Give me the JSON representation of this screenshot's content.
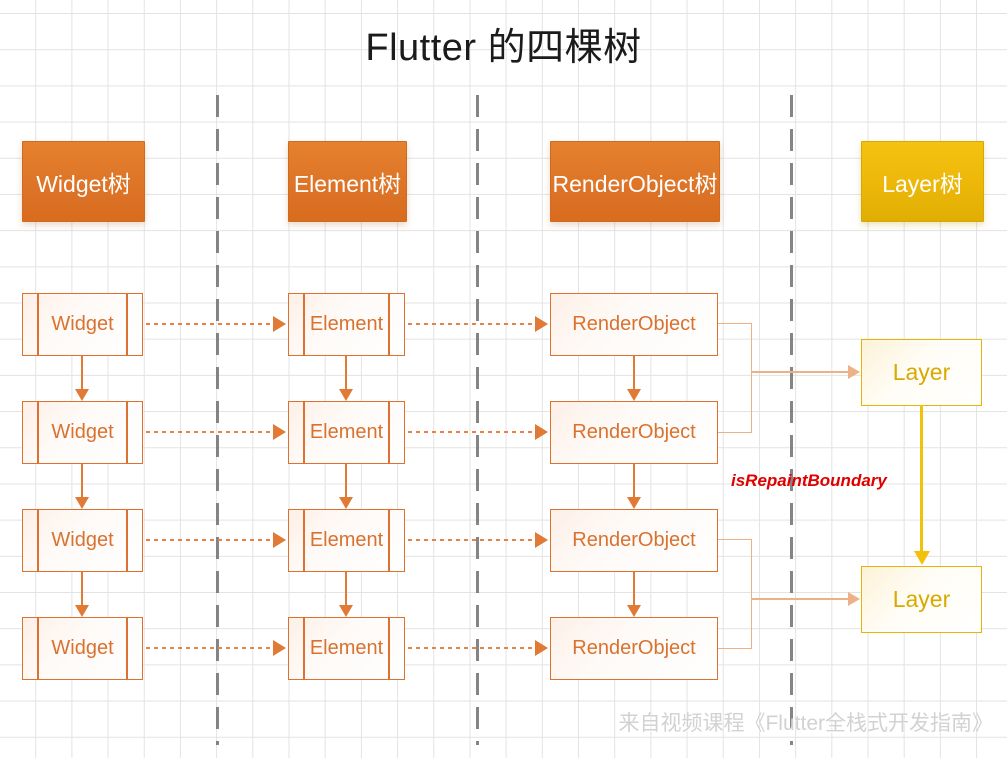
{
  "page": {
    "title": "Flutter 的四棵树",
    "watermark": "来自视频课程《Flutter全栈式开发指南》",
    "annotation": "isRepaintBoundary"
  },
  "colors": {
    "header_orange": "#dd7427",
    "header_yellow": "#ecb709",
    "node_orange_border": "#de7031",
    "node_orange_text": "#d9722f",
    "layer_border": "#e7b409",
    "layer_text": "#d9a900",
    "arrow_orange": "#e07a34",
    "bracket_orange": "#eeb186",
    "annotation_red": "#e00000",
    "grid_line": "#e3e3e3",
    "separator_gray": "#7a7a7a",
    "watermark_gray": "#d2d2d2"
  },
  "columns": [
    {
      "id": "widget",
      "header": "Widget树",
      "header_style": "orange",
      "node_label": "Widget",
      "node_style": "component",
      "nodes": [
        "Widget",
        "Widget",
        "Widget",
        "Widget"
      ]
    },
    {
      "id": "element",
      "header": "Element树",
      "header_style": "orange",
      "node_label": "Element",
      "node_style": "component",
      "nodes": [
        "Element",
        "Element",
        "Element",
        "Element"
      ]
    },
    {
      "id": "renderobject",
      "header": "RenderObject树",
      "header_style": "orange",
      "node_label": "RenderObject",
      "node_style": "plain",
      "nodes": [
        "RenderObject",
        "RenderObject",
        "RenderObject",
        "RenderObject"
      ]
    },
    {
      "id": "layer",
      "header": "Layer树",
      "header_style": "yellow",
      "node_label": "Layer",
      "node_style": "layer",
      "nodes": [
        "Layer",
        "Layer"
      ]
    }
  ]
}
